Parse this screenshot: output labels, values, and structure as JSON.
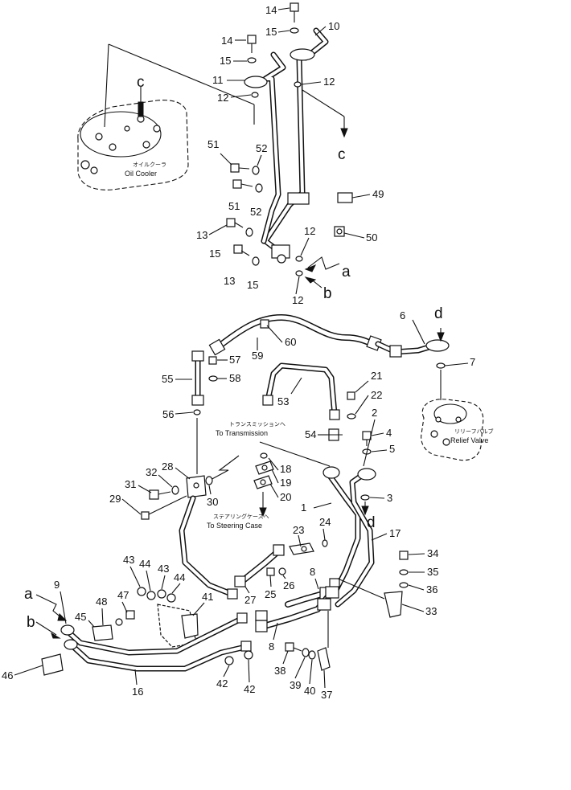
{
  "oil_cooler": {
    "label_jp": "オイルクーラ",
    "label_en": "Oil Cooler"
  },
  "relief_valve": {
    "label_jp": "リリーフバルブ",
    "label_en": "Relief Valve"
  },
  "to_transmission": {
    "label_jp": "トランスミッションへ",
    "label_en": "To Transmission"
  },
  "to_steering_case": {
    "label_jp": "ステアリングケースへ",
    "label_en": "To Steering Case"
  },
  "callouts": [
    {
      "text": "14"
    },
    {
      "text": "15"
    },
    {
      "text": "10"
    },
    {
      "text": "14"
    },
    {
      "text": "15"
    },
    {
      "text": "11"
    },
    {
      "text": "12"
    },
    {
      "text": "12"
    },
    {
      "text": "51"
    },
    {
      "text": "52"
    },
    {
      "text": "51"
    },
    {
      "text": "52"
    },
    {
      "text": "49"
    },
    {
      "text": "13"
    },
    {
      "text": "15"
    },
    {
      "text": "50"
    },
    {
      "text": "12"
    },
    {
      "text": "13"
    },
    {
      "text": "15"
    },
    {
      "text": "12"
    },
    {
      "text": "6"
    },
    {
      "text": "7"
    },
    {
      "text": "60"
    },
    {
      "text": "57"
    },
    {
      "text": "59"
    },
    {
      "text": "55"
    },
    {
      "text": "58"
    },
    {
      "text": "21"
    },
    {
      "text": "53"
    },
    {
      "text": "22"
    },
    {
      "text": "56"
    },
    {
      "text": "2"
    },
    {
      "text": "4"
    },
    {
      "text": "54"
    },
    {
      "text": "5"
    },
    {
      "text": "28"
    },
    {
      "text": "18"
    },
    {
      "text": "32"
    },
    {
      "text": "19"
    },
    {
      "text": "31"
    },
    {
      "text": "20"
    },
    {
      "text": "3"
    },
    {
      "text": "29"
    },
    {
      "text": "30"
    },
    {
      "text": "1"
    },
    {
      "text": "23"
    },
    {
      "text": "24"
    },
    {
      "text": "17"
    },
    {
      "text": "34"
    },
    {
      "text": "43"
    },
    {
      "text": "44"
    },
    {
      "text": "43"
    },
    {
      "text": "8"
    },
    {
      "text": "35"
    },
    {
      "text": "44"
    },
    {
      "text": "26"
    },
    {
      "text": "36"
    },
    {
      "text": "9"
    },
    {
      "text": "25"
    },
    {
      "text": "27"
    },
    {
      "text": "48"
    },
    {
      "text": "47"
    },
    {
      "text": "41"
    },
    {
      "text": "45"
    },
    {
      "text": "33"
    },
    {
      "text": "46"
    },
    {
      "text": "8"
    },
    {
      "text": "38"
    },
    {
      "text": "42"
    },
    {
      "text": "42"
    },
    {
      "text": "16"
    },
    {
      "text": "39"
    },
    {
      "text": "40"
    },
    {
      "text": "37"
    }
  ],
  "letters": [
    {
      "text": "c"
    },
    {
      "text": "c"
    },
    {
      "text": "a"
    },
    {
      "text": "b"
    },
    {
      "text": "d"
    },
    {
      "text": "d"
    },
    {
      "text": "a"
    },
    {
      "text": "b"
    }
  ]
}
